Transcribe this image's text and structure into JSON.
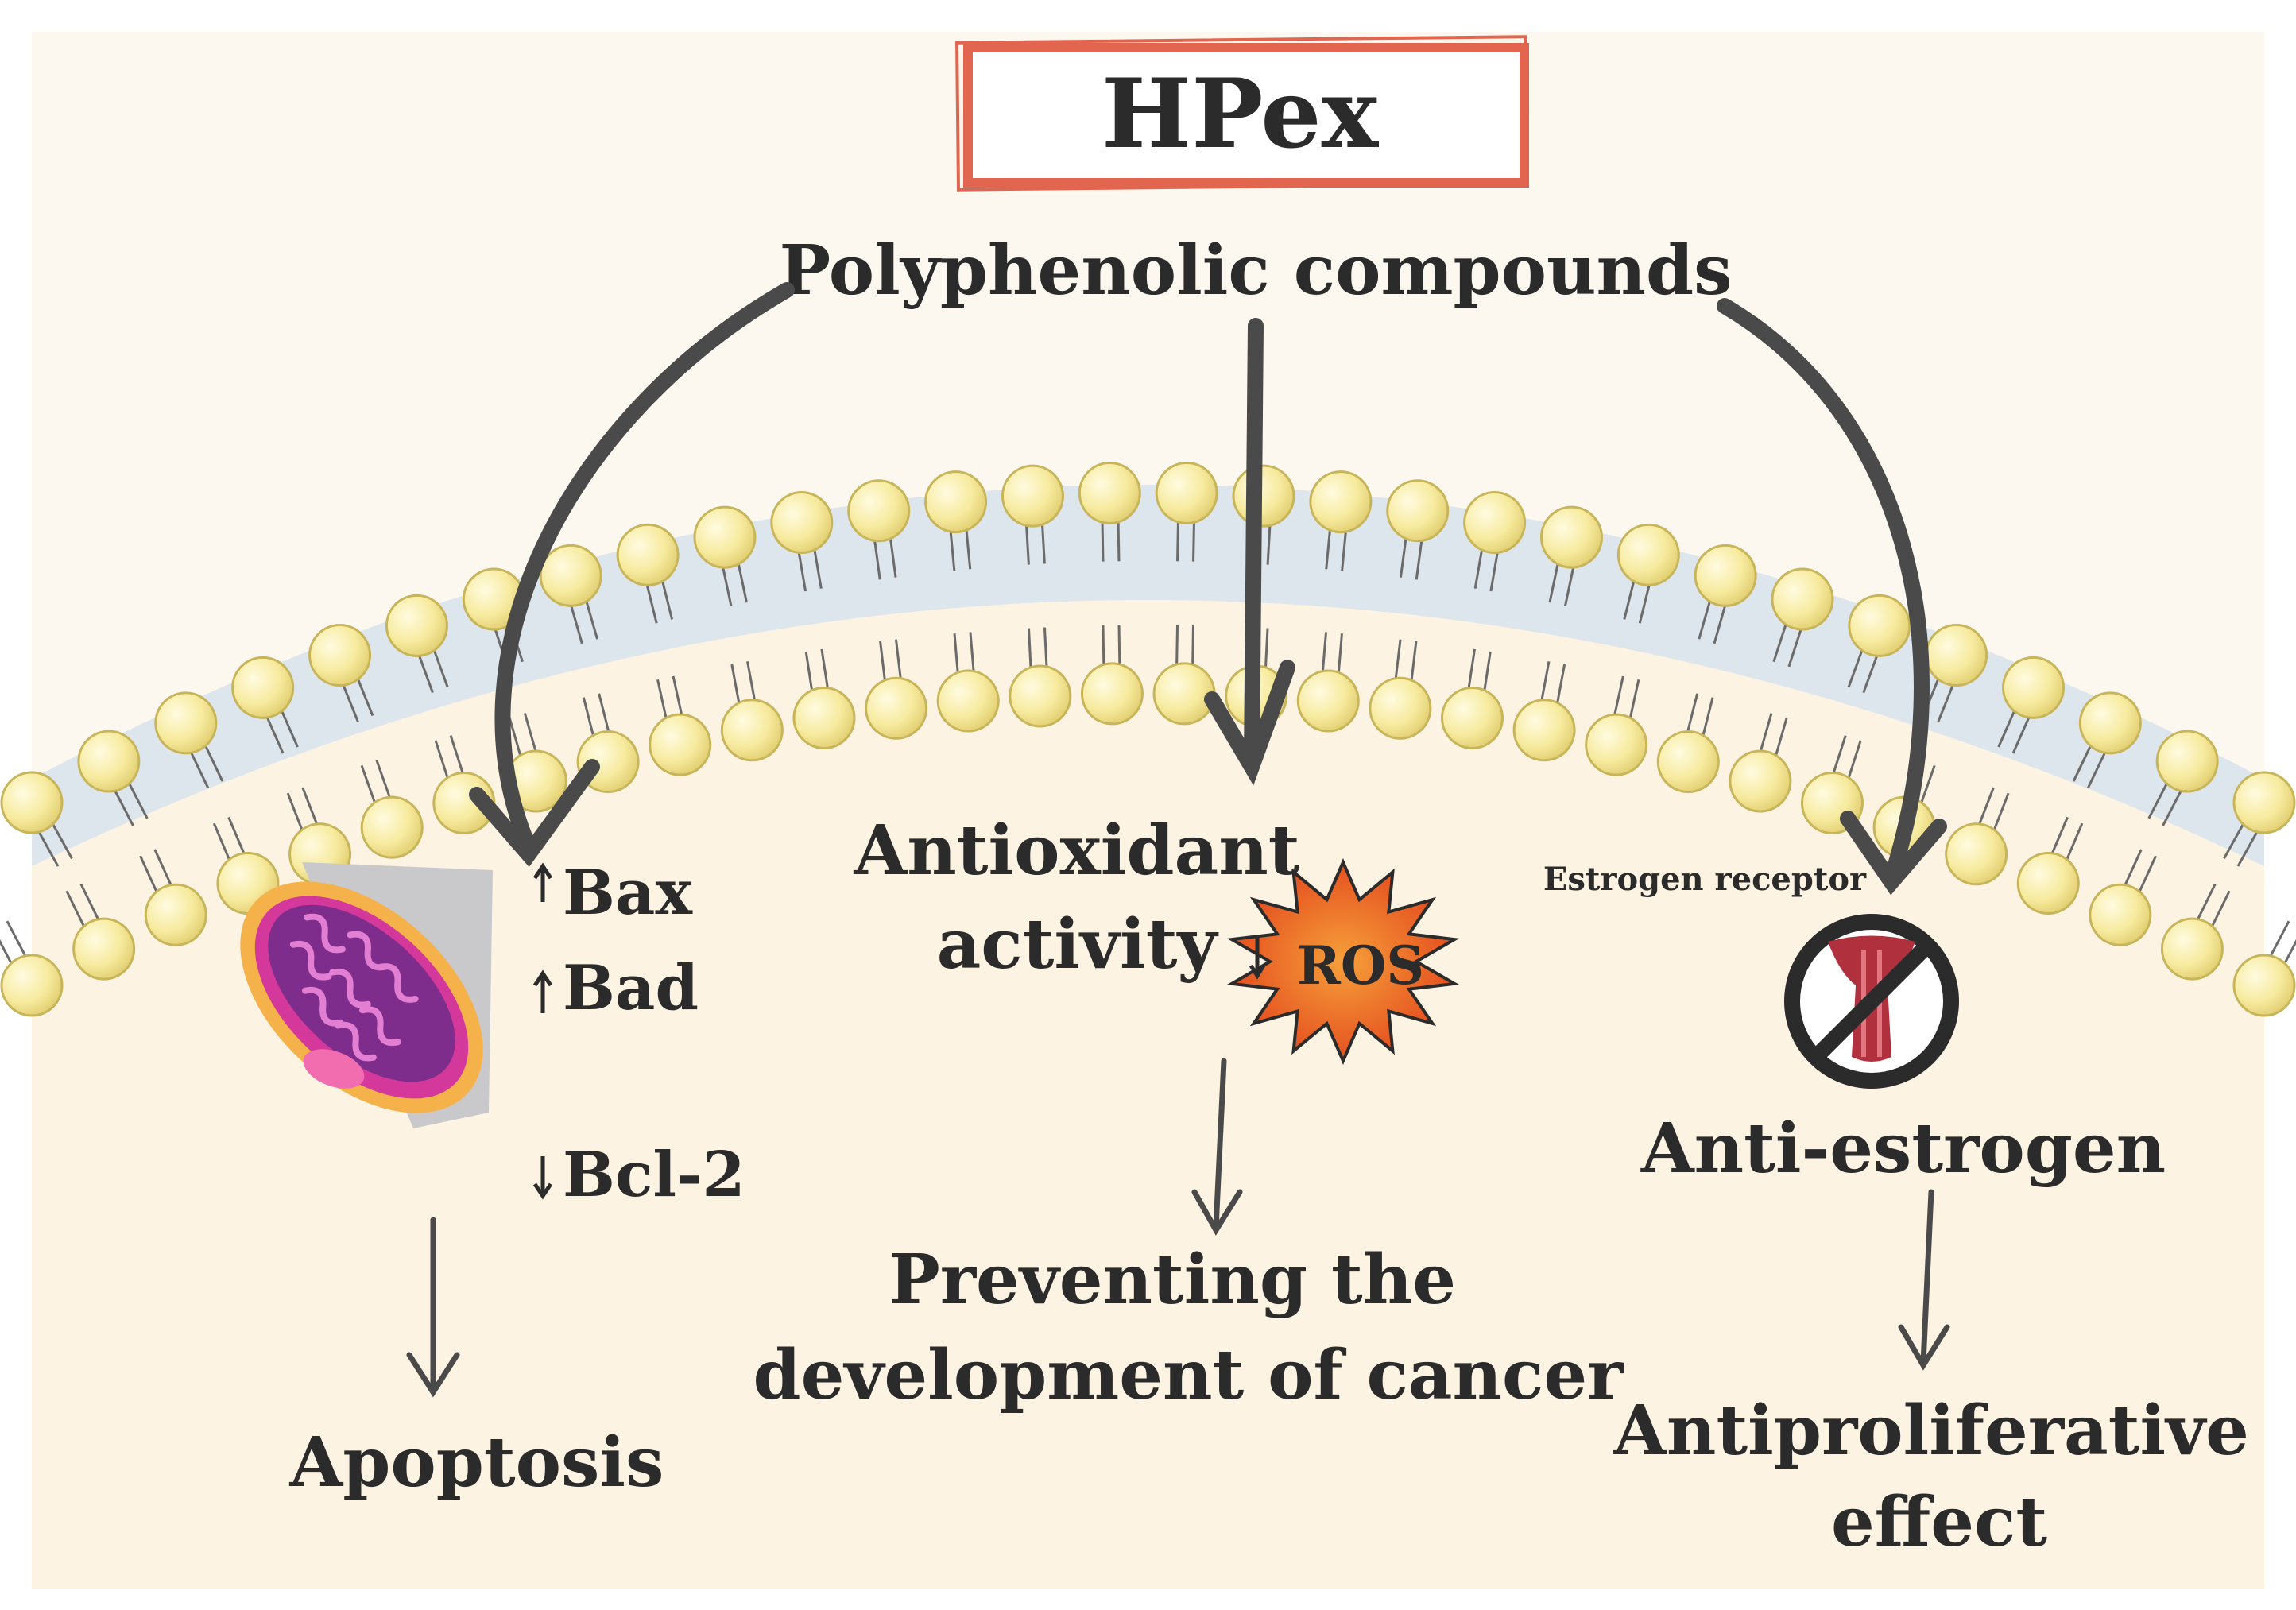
{
  "title_box": {
    "text": "HPex",
    "border_color": "#e2654f"
  },
  "source": "Polyphenolic compounds",
  "left_pathway": {
    "markers": [
      {
        "direction": "up",
        "text": "Bax"
      },
      {
        "direction": "up",
        "text": "Bad"
      },
      {
        "direction": "down",
        "text": "Bcl-2"
      }
    ],
    "result": "Apoptosis"
  },
  "center_pathway": {
    "label_lines": [
      "Antioxidant",
      "activity"
    ],
    "ros_badge": {
      "direction": "down",
      "text": "ROS"
    },
    "result_lines": [
      "Preventing the",
      "development of cancer"
    ]
  },
  "right_pathway": {
    "receptor_label": "Estrogen receptor",
    "label": "Anti-estrogen",
    "result_lines": [
      "Antiproliferative",
      "effect"
    ]
  },
  "icons": [
    "mitochondrion-icon",
    "ros-burst-icon",
    "no-estrogen-receptor-icon",
    "lipid-bilayer"
  ],
  "colors": {
    "cytoplasm": "#fdf3e2",
    "membrane_band": "#dde5ed",
    "lipid_head": "#f7eb9f",
    "lipid_head_outline": "#c8b55a",
    "arrow": "#4a4a4a",
    "ros_fill": "#ea4a1e",
    "prohibition": "#2b2b2b"
  }
}
